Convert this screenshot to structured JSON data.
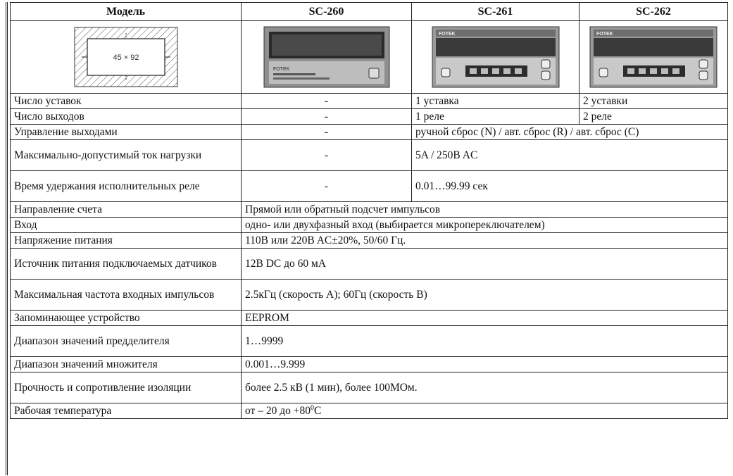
{
  "header": {
    "model": "Модель",
    "sc260": "SC-260",
    "sc261": "SC-261",
    "sc262": "SC-262"
  },
  "images": {
    "cutout_label": "45 × 92",
    "device_label_260": "FOTEK",
    "device_label_261": "FOTEK",
    "device_label_262": "FOTEK"
  },
  "rows_split": [
    {
      "label": "Число уставок",
      "sc260": "-",
      "sc261": "1 уставка",
      "sc262": "2 уставки"
    },
    {
      "label": "Число выходов",
      "sc260": "-",
      "sc261": "1 реле",
      "sc262": "2 реле"
    }
  ],
  "rows_merged_261_262": [
    {
      "label": "Управление выходами",
      "sc260": "-",
      "value": "ручной сброс (N) / авт. сброс (R) / авт. сброс (C)"
    },
    {
      "label": "Максимально-допустимый ток нагрузки",
      "sc260": "-",
      "value": "5A / 250B AC"
    },
    {
      "label": "Время удержания исполнительных реле",
      "sc260": "-",
      "value": "0.01…99.99 сек"
    }
  ],
  "rows_common": [
    {
      "label": "Направление счета",
      "value": "Прямой или обратный подсчет импульсов"
    },
    {
      "label": "Вход",
      "value": "одно- или двухфазный вход (выбирается микропереключателем)"
    },
    {
      "label": "Напряжение питания",
      "value": "110B или 220B AC±20%, 50/60 Гц."
    },
    {
      "label": "Источник питания подключаемых датчиков",
      "value": "12B DC до 60 мА"
    },
    {
      "label": "Максимальная частота входных импульсов",
      "value": "2.5кГц (скорость А); 60Гц (скорость В)"
    },
    {
      "label": "Запоминающее устройство",
      "value": "EEPROM"
    },
    {
      "label": "Диапазон значений предделителя",
      "value": "1…9999"
    },
    {
      "label": "Диапазон значений множителя",
      "value": "0.001…9.999"
    },
    {
      "label": "Прочность и сопротивление изоляции",
      "value": "более 2.5 кВ (1 мин), более 100МОм."
    }
  ],
  "row_temp": {
    "label": "Рабочая температура",
    "value_prefix": "от – 20 до +80",
    "value_sup": "0",
    "value_suffix": "C"
  }
}
